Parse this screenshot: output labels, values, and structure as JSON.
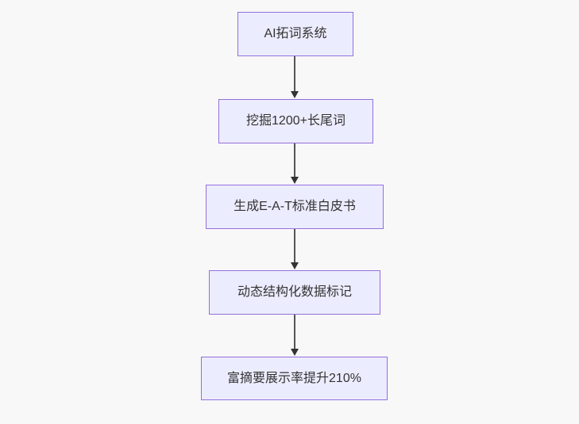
{
  "diagram": {
    "type": "flowchart",
    "direction": "top-to-bottom",
    "nodes": [
      {
        "id": "A",
        "label": "AI拓词系统"
      },
      {
        "id": "B",
        "label": "挖掘1200+长尾词"
      },
      {
        "id": "C",
        "label": "生成E-A-T标准白皮书"
      },
      {
        "id": "D",
        "label": "动态结构化数据标记"
      },
      {
        "id": "E",
        "label": "富摘要展示率提升210%"
      }
    ],
    "edges": [
      {
        "from": "A",
        "to": "B"
      },
      {
        "from": "B",
        "to": "C"
      },
      {
        "from": "C",
        "to": "D"
      },
      {
        "from": "D",
        "to": "E"
      }
    ]
  },
  "theme": {
    "canvas-bg": "#f8f8f8",
    "node-fill": "#ececff",
    "node-border": "#9370db",
    "node-text": "#333333",
    "edge-line": "#555555",
    "edge-head": "#333333"
  }
}
